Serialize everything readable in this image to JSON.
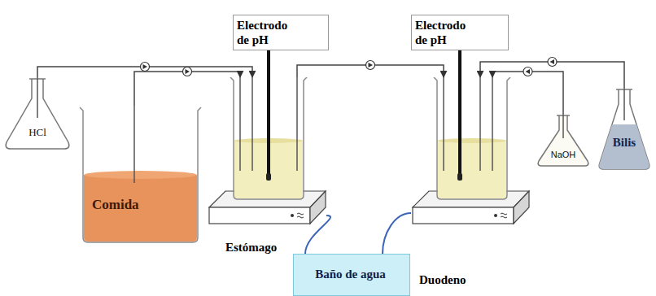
{
  "diagram": {
    "nodes": [
      {
        "text": [
          "Electrodo de pH"
        ]
      },
      {
        "text": [
          "Electrodo de pH"
        ]
      },
      {
        "text": [
          "HCl"
        ]
      },
      {
        "text": [
          "Comida"
        ]
      },
      {
        "text": [
          "Estómago"
        ]
      },
      {
        "text": [
          "Duodeno"
        ]
      },
      {
        "text": [
          "NaOH"
        ]
      },
      {
        "text": [
          "Bilis"
        ]
      },
      {
        "text": [
          "Baño de agua"
        ]
      }
    ],
    "edges": [
      {
        "from": 2,
        "to": 4,
        "arrow": "to"
      },
      {
        "from": 3,
        "to": 4,
        "arrow": "to"
      },
      {
        "from": 4,
        "to": 5,
        "arrow": "to"
      },
      {
        "from": 6,
        "to": 5,
        "arrow": "to"
      },
      {
        "from": 7,
        "to": 5,
        "arrow": "to"
      },
      {
        "from": 0,
        "to": 4,
        "arrow": "none"
      },
      {
        "from": 1,
        "to": 5,
        "arrow": "none"
      },
      {
        "from": 8,
        "to": 4,
        "arrow": "none"
      },
      {
        "from": 8,
        "to": 5,
        "arrow": "none"
      }
    ]
  }
}
